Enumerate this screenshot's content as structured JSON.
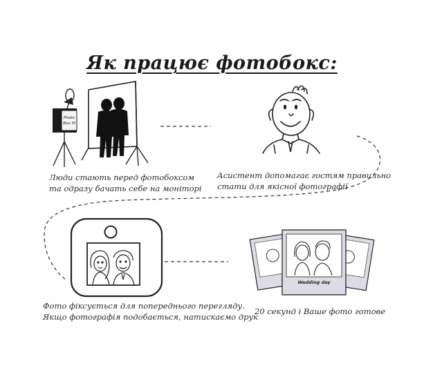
{
  "title": "Як працює фотобокс:",
  "steps": [
    {
      "line1": "Люди стають перед фотобоксом",
      "line2": "та одразу бачать себе на моніторі"
    },
    {
      "line1": "Асистент допомагає гостям правильно",
      "line2": "стати для якісної фотографії"
    },
    {
      "line1": "Фото фіксується для попереднього перегляду.",
      "line2": "Якщо фотографія подобається, натискаємо друк"
    },
    {
      "line1": "20 секунд і Ваше фото готове",
      "line2": ""
    }
  ],
  "labels": {
    "booth_line1": "Photo",
    "booth_line2": "Box 3f",
    "photo_caption": "Wedding day"
  },
  "icons": {
    "step1": "photobooth-backdrop-icon",
    "step2": "assistant-man-icon",
    "step3": "camera-screen-icon",
    "step4": "printed-photos-icon"
  },
  "colors": {
    "ink": "#222222",
    "background": "#ffffff",
    "photo_frame": "#dcdce4"
  }
}
